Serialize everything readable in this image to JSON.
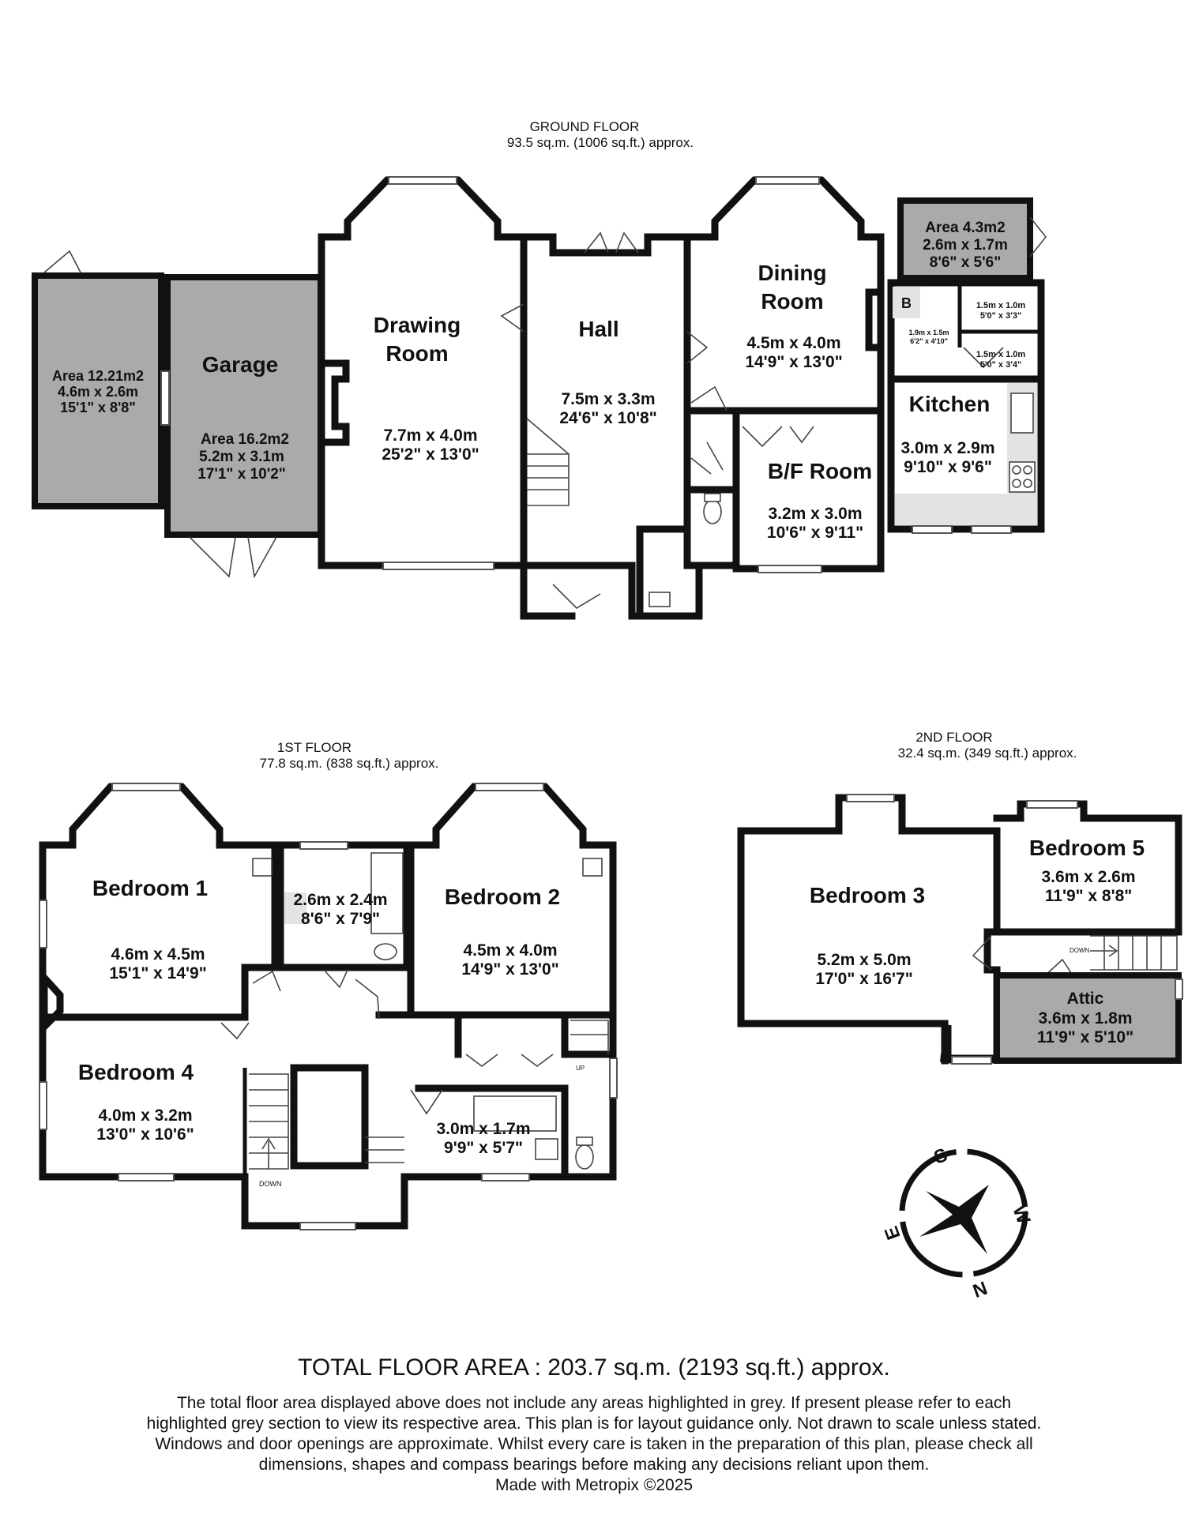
{
  "ground_floor": {
    "title": "GROUND FLOOR",
    "area": "93.5 sq.m. (1006 sq.ft.) approx.",
    "rooms": {
      "store": {
        "area": "Area 12.21m2",
        "metric": "4.6m  x 2.6m",
        "imperial": "15'1\"  x 8'8\""
      },
      "garage": {
        "name": "Garage",
        "area": "Area 16.2m2",
        "metric": "5.2m  x 3.1m",
        "imperial": "17'1\"  x 10'2\""
      },
      "drawing_room": {
        "name_1": "Drawing",
        "name_2": "Room",
        "metric": "7.7m  x 4.0m",
        "imperial": "25'2\"  x 13'0\""
      },
      "hall": {
        "name": "Hall",
        "metric": "7.5m  x 3.3m",
        "imperial": "24'6\"  x 10'8\""
      },
      "dining_room": {
        "name_1": "Dining",
        "name_2": "Room",
        "metric": "4.5m  x 4.0m",
        "imperial": "14'9\"  x 13'0\""
      },
      "bf_room": {
        "name": "B/F Room",
        "metric": "3.2m  x 3.0m",
        "imperial": "10'6\"  x 9'11\""
      },
      "kitchen": {
        "name": "Kitchen",
        "metric": "3.0m  x 2.9m",
        "imperial": "9'10\"  x 9'6\""
      },
      "outbuilding": {
        "area": "Area 4.3m2",
        "metric": "2.6m  x 1.7m",
        "imperial": "8'6\"  x 5'6\""
      },
      "boiler_mark": "B",
      "utility": {
        "metric": "1.9m  x 1.5m",
        "imperial": "6'2\"  x 4'10\""
      },
      "store_a": {
        "metric": "1.5m  x 1.0m",
        "imperial": "5'0\"  x 3'3\""
      },
      "store_b": {
        "metric": "1.5m  x 1.0m",
        "imperial": "5'0\"  x 3'4\""
      }
    }
  },
  "first_floor": {
    "title": "1ST FLOOR",
    "area": "77.8 sq.m. (838 sq.ft.) approx.",
    "rooms": {
      "bedroom_1": {
        "name": "Bedroom 1",
        "metric": "4.6m  x 4.5m",
        "imperial": "15'1\"  x 14'9\""
      },
      "ensuite": {
        "metric": "2.6m  x 2.4m",
        "imperial": "8'6\"  x 7'9\""
      },
      "bedroom_2": {
        "name": "Bedroom 2",
        "metric": "4.5m  x 4.0m",
        "imperial": "14'9\"  x 13'0\""
      },
      "bedroom_4": {
        "name": "Bedroom 4",
        "metric": "4.0m  x 3.2m",
        "imperial": "13'0\"  x 10'6\""
      },
      "bathroom": {
        "metric": "3.0m  x 1.7m",
        "imperial": "9'9\"  x 5'7\""
      }
    },
    "stair_down": "DOWN",
    "stair_up": "UP"
  },
  "second_floor": {
    "title": "2ND FLOOR",
    "area": "32.4 sq.m. (349 sq.ft.) approx.",
    "rooms": {
      "bedroom_3": {
        "name": "Bedroom 3",
        "metric": "5.2m  x 5.0m",
        "imperial": "17'0\"  x 16'7\""
      },
      "bedroom_5": {
        "name": "Bedroom 5",
        "metric": "3.6m  x 2.6m",
        "imperial": "11'9\"  x 8'8\""
      },
      "attic": {
        "name": "Attic",
        "metric": "3.6m  x 1.8m",
        "imperial": "11'9\"  x 5'10\""
      }
    },
    "stair_down": "DOWN"
  },
  "compass": {
    "s": "S",
    "w": "W",
    "n": "N",
    "e": "E"
  },
  "footer": {
    "total": "TOTAL FLOOR AREA : 203.7 sq.m. (2193 sq.ft.) approx.",
    "disclaimer": "The total floor area displayed above does not include any areas highlighted in grey. If present please refer to each highlighted grey section to view its respective area. This plan is for layout guidance only. Not drawn to scale unless stated. Windows and door openings are approximate. Whilst every care is taken in the preparation of this plan, please check all dimensions, shapes and compass bearings before making any decisions reliant upon them.",
    "credit": "Made with Metropix ©2025"
  },
  "colors": {
    "wall": "#111111",
    "grey_area": "#aaaaaa",
    "light_grey": "#e3e3e3"
  }
}
